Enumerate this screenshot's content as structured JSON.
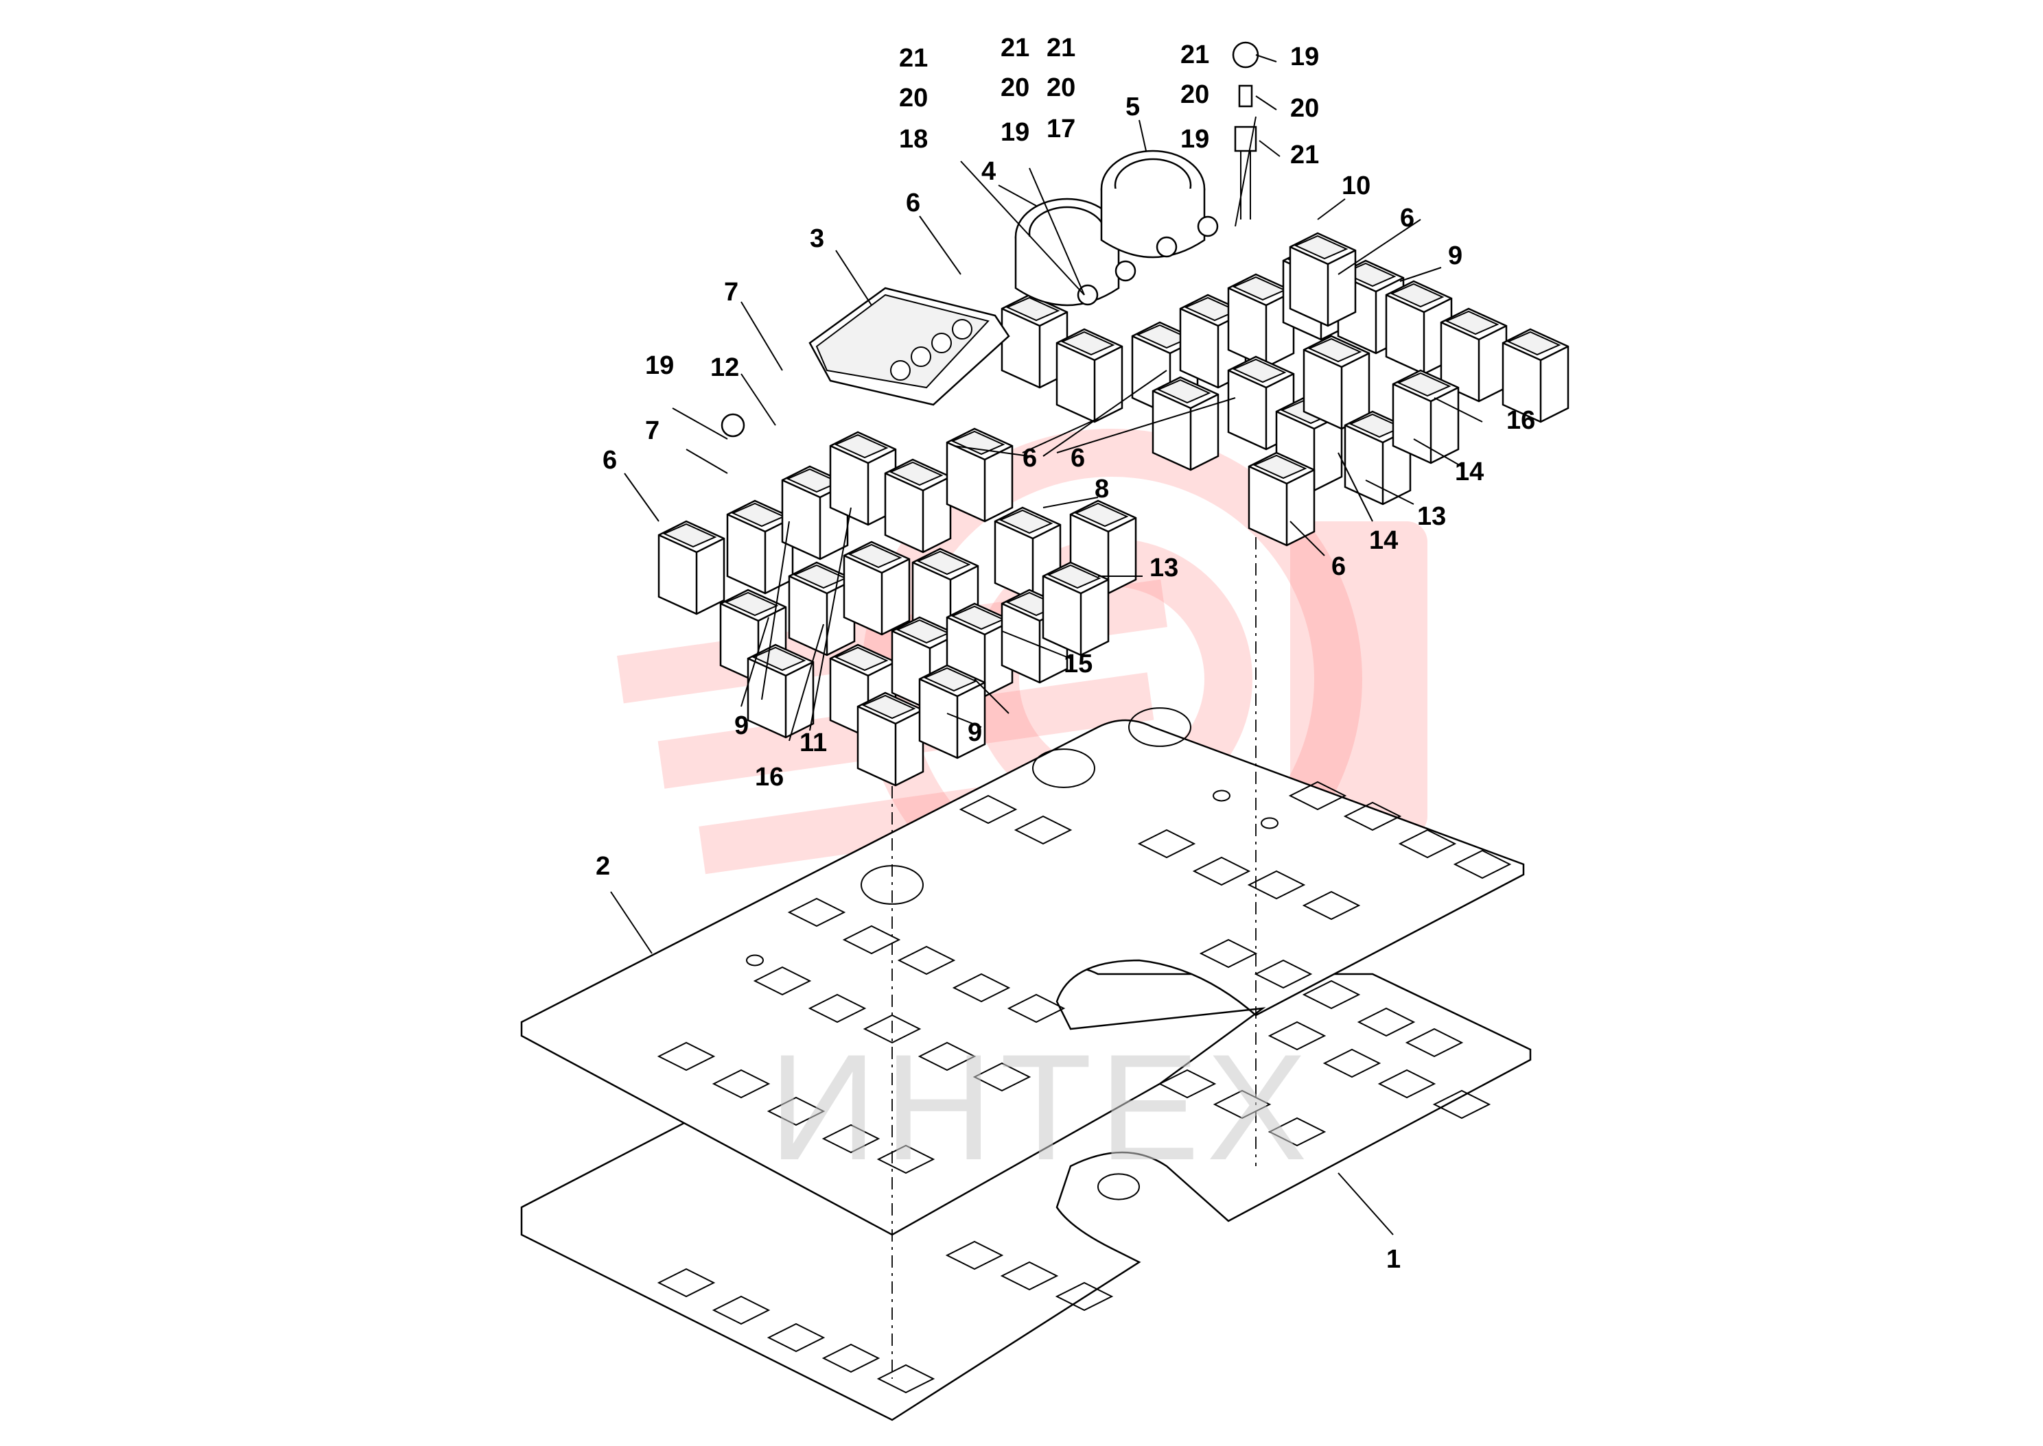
{
  "diagram": {
    "watermark_text": "ИНТЕХ",
    "callouts": [
      {
        "id": "c1",
        "text": "1"
      },
      {
        "id": "c2",
        "text": "2"
      },
      {
        "id": "c3",
        "text": "3"
      },
      {
        "id": "c4",
        "text": "4"
      },
      {
        "id": "c5",
        "text": "5"
      },
      {
        "id": "c6a",
        "text": "6"
      },
      {
        "id": "c6b",
        "text": "6"
      },
      {
        "id": "c6c",
        "text": "6"
      },
      {
        "id": "c6d",
        "text": "6"
      },
      {
        "id": "c6e",
        "text": "6"
      },
      {
        "id": "c6f",
        "text": "6"
      },
      {
        "id": "c7a",
        "text": "7"
      },
      {
        "id": "c7b",
        "text": "7"
      },
      {
        "id": "c8",
        "text": "8"
      },
      {
        "id": "c9a",
        "text": "9"
      },
      {
        "id": "c9b",
        "text": "9"
      },
      {
        "id": "c9c",
        "text": "9"
      },
      {
        "id": "c10",
        "text": "10"
      },
      {
        "id": "c11",
        "text": "11"
      },
      {
        "id": "c12",
        "text": "12"
      },
      {
        "id": "c13a",
        "text": "13"
      },
      {
        "id": "c13b",
        "text": "13"
      },
      {
        "id": "c14a",
        "text": "14"
      },
      {
        "id": "c14b",
        "text": "14"
      },
      {
        "id": "c15",
        "text": "15"
      },
      {
        "id": "c16a",
        "text": "16"
      },
      {
        "id": "c16b",
        "text": "16"
      },
      {
        "id": "c17",
        "text": "17"
      },
      {
        "id": "c18",
        "text": "18"
      },
      {
        "id": "c19a",
        "text": "19"
      },
      {
        "id": "c19b",
        "text": "19"
      },
      {
        "id": "c19c",
        "text": "19"
      },
      {
        "id": "c19d",
        "text": "19"
      },
      {
        "id": "c20a",
        "text": "20"
      },
      {
        "id": "c20b",
        "text": "20"
      },
      {
        "id": "c20c",
        "text": "20"
      },
      {
        "id": "c20d",
        "text": "20"
      },
      {
        "id": "c20e",
        "text": "20"
      },
      {
        "id": "c21a",
        "text": "21"
      },
      {
        "id": "c21b",
        "text": "21"
      },
      {
        "id": "c21c",
        "text": "21"
      },
      {
        "id": "c21d",
        "text": "21"
      },
      {
        "id": "c21e",
        "text": "21"
      }
    ]
  }
}
